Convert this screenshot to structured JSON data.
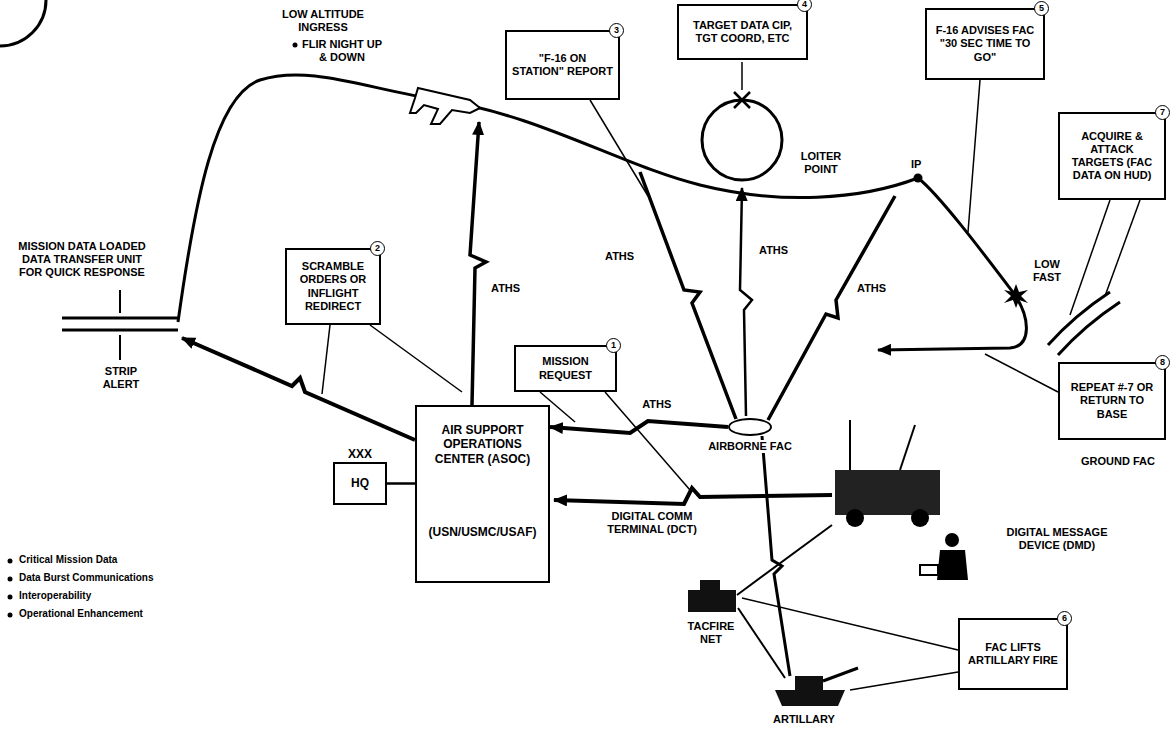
{
  "diagram": {
    "nodes": [
      {
        "text": [
          "\"F-16 ON STATION\" REPORT",
          "3"
        ]
      },
      {
        "text": [
          "TARGET DATA CIP, TGT COORD, ETC",
          "4"
        ]
      },
      {
        "text": [
          "F-16 ADVISES FAC \"30 SEC TIME TO GO\"",
          "5"
        ]
      },
      {
        "text": [
          "ACQUIRE & ATTACK TARGETS (FAC DATA ON HUD)",
          "7"
        ]
      },
      {
        "text": [
          "SCRAMBLE ORDERS OR INFLIGHT REDIRECT",
          "2"
        ]
      },
      {
        "text": [
          "MISSION REQUEST",
          "1"
        ]
      },
      {
        "text": [
          "AIRBORNE FAC"
        ]
      },
      {
        "text": [
          "AIR SUPPORT OPERATIONS CENTER (ASOC)",
          "(USN/USMC/USAF)"
        ]
      },
      {
        "text": [
          "XXX",
          "HQ"
        ]
      },
      {
        "text": [
          "REPEAT #-7 OR RETURN TO BASE",
          "8"
        ]
      },
      {
        "text": [
          "FAC LIFTS ARTILLARY FIRE",
          "6"
        ]
      }
    ],
    "edges": [
      {
        "from": 6,
        "to": 7,
        "arrow": "to",
        "label": "ATHS"
      },
      {
        "from": 8,
        "to": 7,
        "arrow": "none"
      }
    ],
    "labels": [
      "LOW ALTITUDE INGRESS",
      "FLIR NIGHT UP & DOWN",
      "MISSION DATA LOADED DATA TRANSFER UNIT FOR QUICK RESPONSE",
      "STRIP ALERT",
      "ATHS",
      "ATHS",
      "ATHS",
      "ATHS",
      "LOITER POINT",
      "IP",
      "LOW FAST",
      "DIGITAL COMM TERMINAL (DCT)",
      "GROUND FAC",
      "DIGITAL MESSAGE DEVICE (DMD)",
      "TACFIRE NET",
      "ARTILLARY",
      "Critical Mission Data",
      "Data Burst Communications",
      "Interoperability",
      "Operational Enhancement"
    ]
  }
}
